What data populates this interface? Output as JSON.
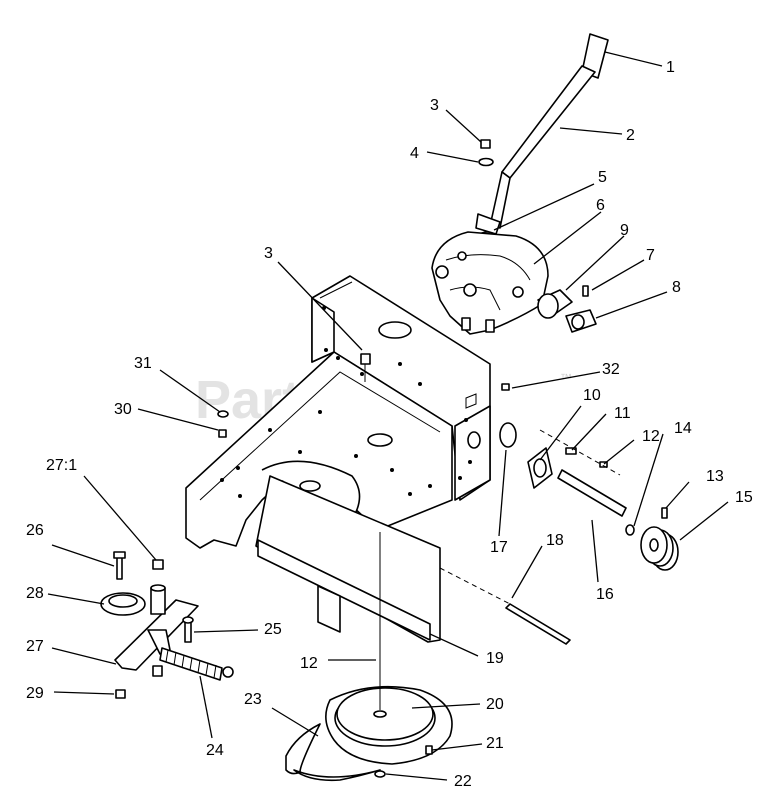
{
  "watermark": "PartsTree",
  "watermark_tm": "™",
  "labels": {
    "p1": "1",
    "p2": "2",
    "p3a": "3",
    "p3b": "3",
    "p4": "4",
    "p5": "5",
    "p6": "6",
    "p7": "7",
    "p8": "8",
    "p9": "9",
    "p10": "10",
    "p11": "11",
    "p12a": "12",
    "p12b": "12",
    "p13": "13",
    "p14": "14",
    "p15": "15",
    "p16": "16",
    "p17": "17",
    "p18": "18",
    "p19": "19",
    "p20": "20",
    "p21": "21",
    "p22": "22",
    "p23": "23",
    "p24": "24",
    "p25": "25",
    "p26": "26",
    "p27": "27",
    "p271": "27:1",
    "p28": "28",
    "p29": "29",
    "p30": "30",
    "p31": "31",
    "p32": "32"
  }
}
